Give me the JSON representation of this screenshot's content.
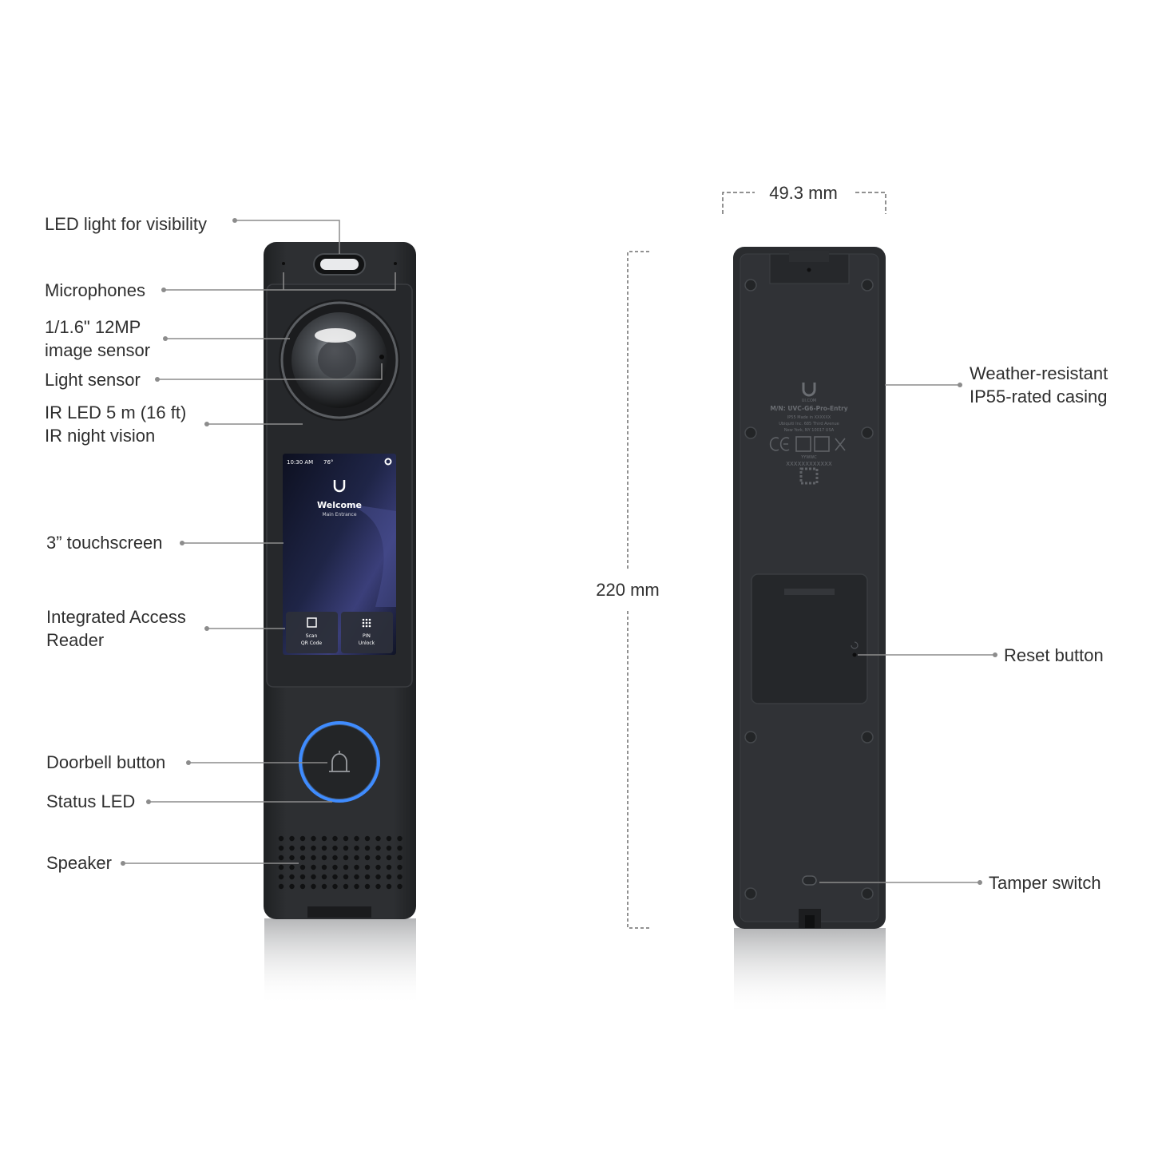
{
  "front_callouts": [
    {
      "id": "led-light",
      "lines": [
        "LED light for visibility"
      ]
    },
    {
      "id": "microphones",
      "lines": [
        "Microphones"
      ]
    },
    {
      "id": "image-sensor",
      "lines": [
        "1/1.6\" 12MP",
        "image sensor"
      ]
    },
    {
      "id": "light-sensor",
      "lines": [
        "Light sensor"
      ]
    },
    {
      "id": "ir-led",
      "lines": [
        "IR LED 5 m (16 ft)",
        "IR night vision"
      ]
    },
    {
      "id": "touchscreen",
      "lines": [
        "3” touchscreen"
      ]
    },
    {
      "id": "access-reader",
      "lines": [
        "Integrated Access",
        "Reader"
      ]
    },
    {
      "id": "doorbell-button",
      "lines": [
        "Doorbell button"
      ]
    },
    {
      "id": "status-led",
      "lines": [
        "Status LED"
      ]
    },
    {
      "id": "speaker",
      "lines": [
        "Speaker"
      ]
    }
  ],
  "back_callouts": [
    {
      "id": "casing",
      "lines": [
        "Weather-resistant",
        "IP55-rated casing"
      ]
    },
    {
      "id": "reset-button",
      "lines": [
        "Reset button"
      ]
    },
    {
      "id": "tamper-switch",
      "lines": [
        "Tamper switch"
      ]
    }
  ],
  "dimensions": {
    "width": "49.3 mm",
    "height": "220 mm"
  },
  "screen": {
    "time": "10:30 AM",
    "temperature": "76°",
    "welcome": "Welcome",
    "location": "Main Entrance",
    "buttons": [
      {
        "line1": "Scan",
        "line2": "QR Code"
      },
      {
        "line1": "PIN",
        "line2": "Unlock"
      }
    ]
  },
  "label_text": {
    "brand": "UI.COM",
    "model": "M/N: UVC-G6-Pro-Entry",
    "ip": "IP55    Made in XXXXXX",
    "address1": "Ubiquiti Inc. 685 Third Avenue",
    "address2": "New York, NY 10017 USA",
    "date": "YYWWC",
    "serial": "XXXXXXXXXXXX"
  },
  "colors": {
    "device": "#2b2d30",
    "device_edge": "#1d1f21",
    "ring": "#3f8cff",
    "leader": "#8c8c8c"
  }
}
